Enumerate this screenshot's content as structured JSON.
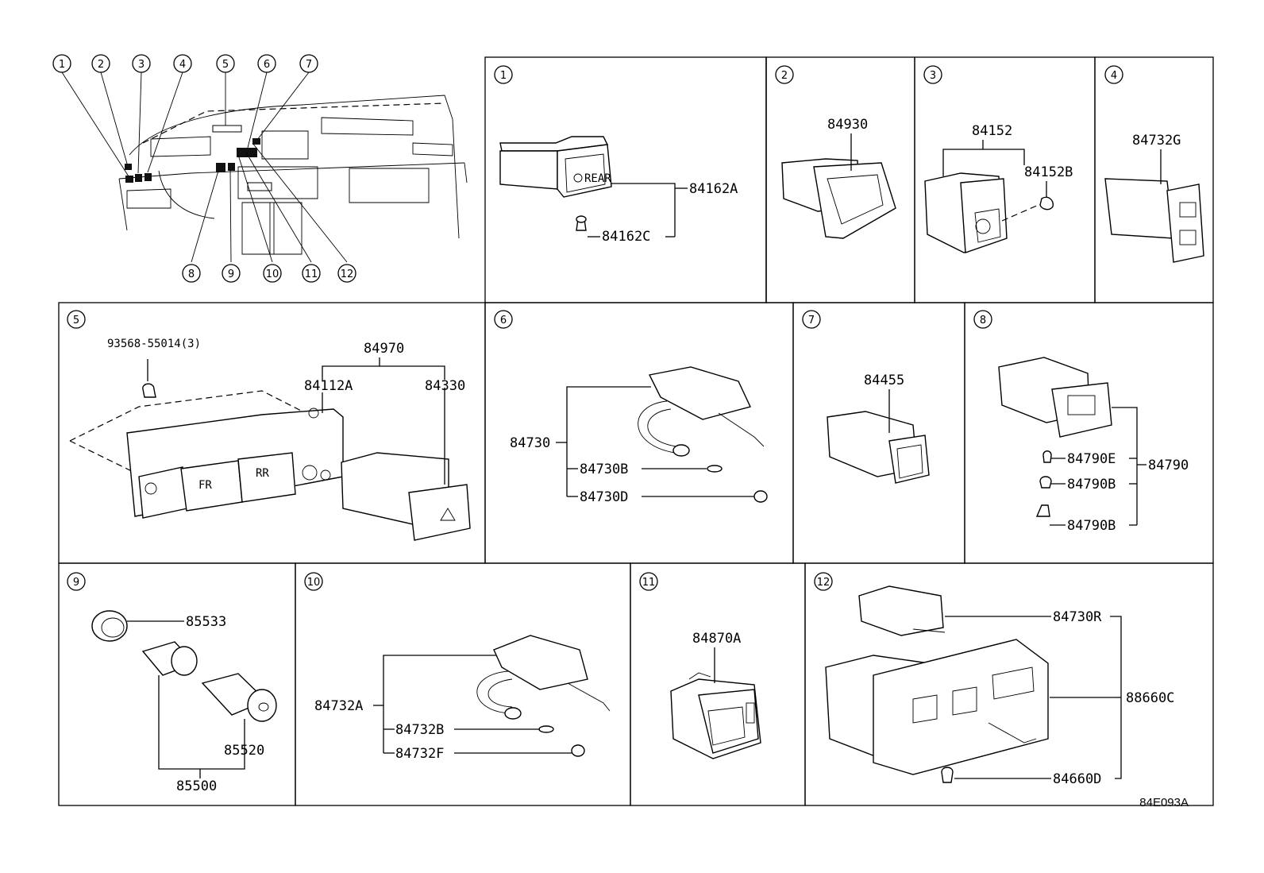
{
  "overview": {
    "callouts": [
      "1",
      "2",
      "3",
      "4",
      "5",
      "6",
      "7",
      "8",
      "9",
      "10",
      "11",
      "12"
    ]
  },
  "panels": [
    {
      "number": "1",
      "parts": [
        "84162A",
        "84162C"
      ]
    },
    {
      "number": "2",
      "parts": [
        "84930"
      ]
    },
    {
      "number": "3",
      "parts": [
        "84152",
        "84152B"
      ]
    },
    {
      "number": "4",
      "parts": [
        "84732G"
      ]
    },
    {
      "number": "5",
      "parts": [
        "93568-55014(3)",
        "84970",
        "84112A",
        "84330"
      ]
    },
    {
      "number": "6",
      "parts": [
        "84730",
        "84730B",
        "84730D"
      ]
    },
    {
      "number": "7",
      "parts": [
        "84455"
      ]
    },
    {
      "number": "8",
      "parts": [
        "84790",
        "84790E",
        "84790B",
        "84790B"
      ]
    },
    {
      "number": "9",
      "parts": [
        "85533",
        "85520",
        "85500"
      ]
    },
    {
      "number": "10",
      "parts": [
        "84732A",
        "84732B",
        "84732F"
      ]
    },
    {
      "number": "11",
      "parts": [
        "84870A"
      ]
    },
    {
      "number": "12",
      "parts": [
        "84730R",
        "88660C",
        "84660D"
      ]
    }
  ],
  "switch_text": {
    "rear": "REAR",
    "fr": "FR",
    "rr": "RR"
  },
  "figure_code": "84E093A"
}
